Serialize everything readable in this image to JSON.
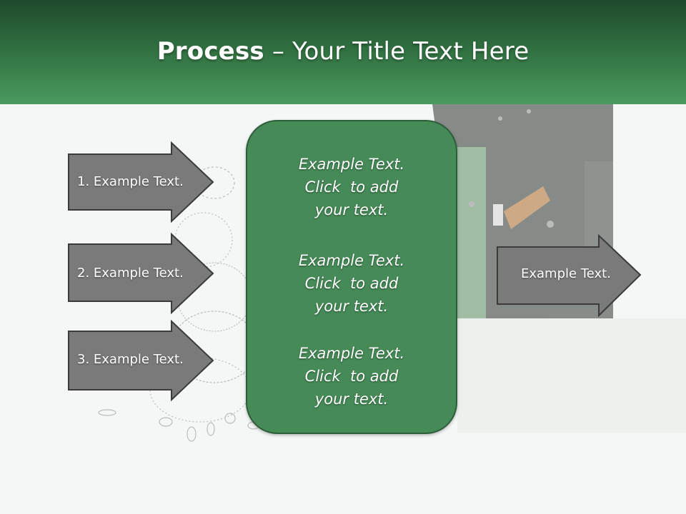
{
  "slide": {
    "title_bold": "Process",
    "title_rest": " – Your Title Text Here",
    "left_items": [
      {
        "label": "1. Example Text."
      },
      {
        "label": "2. Example Text."
      },
      {
        "label": "3. Example Text."
      }
    ],
    "center_paragraphs": [
      {
        "line1": "Example Text.",
        "line2": "Click  to add",
        "line3": "your text."
      },
      {
        "line1": "Example Text.",
        "line2": "Click  to add",
        "line3": "your text."
      },
      {
        "line1": "Example Text.",
        "line2": "Click  to add",
        "line3": "your text."
      }
    ],
    "right_item": {
      "label": "Example Text."
    }
  },
  "colors": {
    "header_dark": "#1f4a2c",
    "header_light": "#4a9a5f",
    "center_box": "#458a57",
    "arrow_fill": "#7a7a7a",
    "arrow_border": "#3b3b3b",
    "background": "#f4f7f6"
  },
  "icons": {
    "background_art": [
      "binary-digits-swirl-graphic",
      "hard-drive-graphic"
    ]
  }
}
